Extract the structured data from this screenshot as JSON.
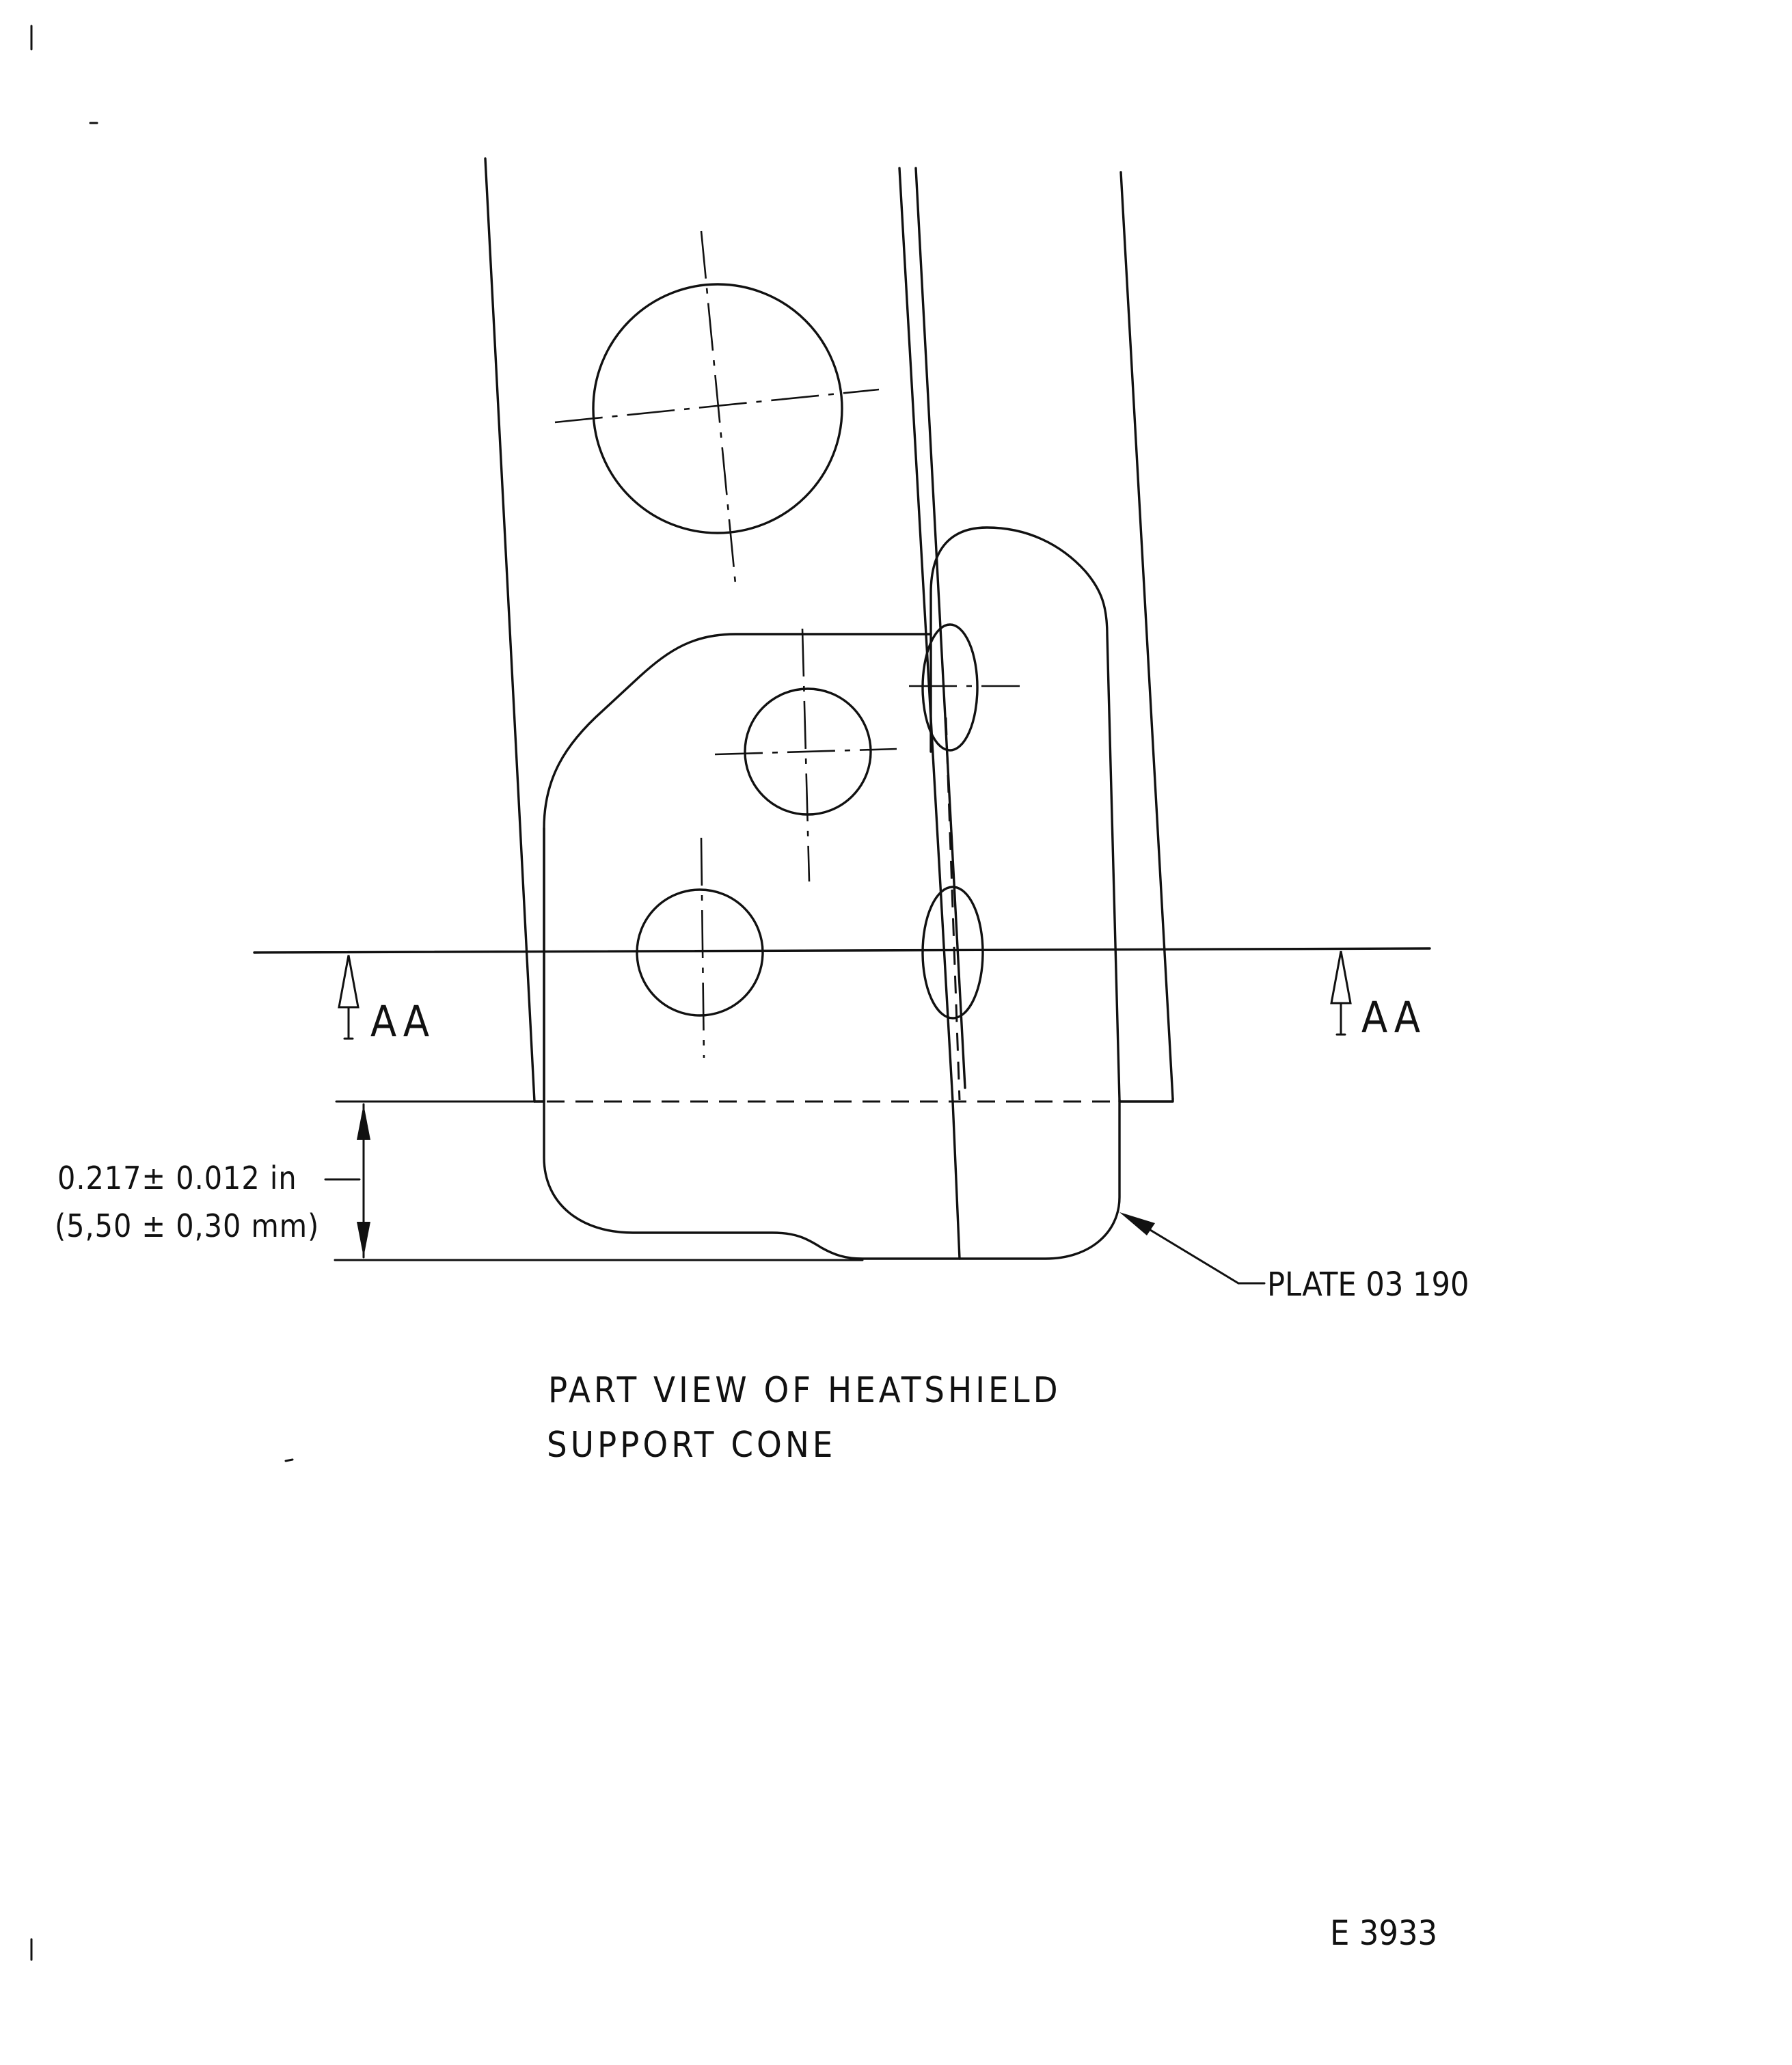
{
  "dimension": {
    "imperial": "0.217± 0.012 in",
    "metric": "(5,50 ± 0,30 mm)"
  },
  "section_marker_left": "AA",
  "section_marker_right": "AA",
  "part_label": "PLATE 03 190",
  "caption": {
    "line1": "PART  VIEW  OF  HEATSHIELD",
    "line2": "SUPPORT  CONE"
  },
  "figure_id": "E 3933"
}
